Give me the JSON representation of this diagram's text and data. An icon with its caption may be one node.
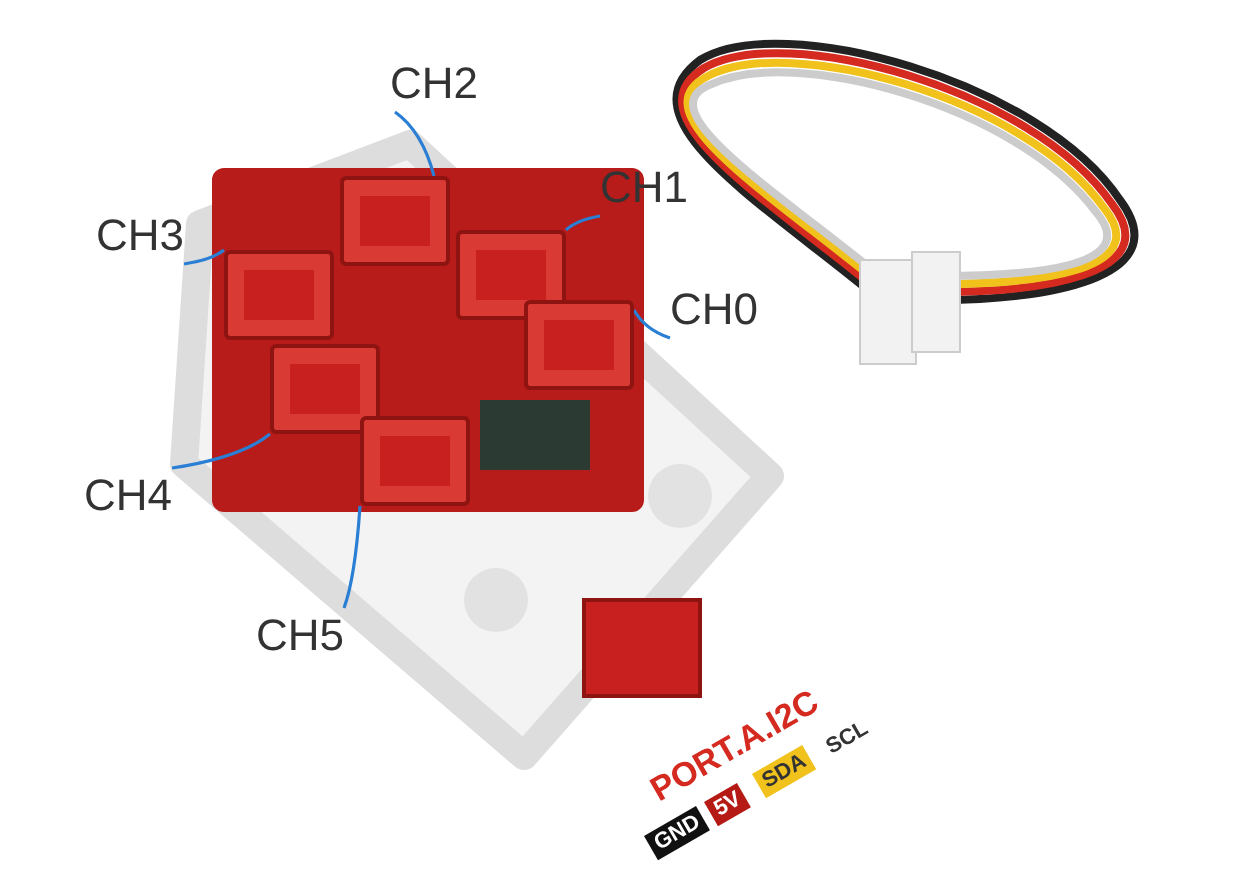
{
  "diagram": {
    "nodes": [
      {
        "text": [
          "CH2"
        ]
      },
      {
        "text": [
          "CH3"
        ]
      },
      {
        "text": [
          "CH1"
        ]
      },
      {
        "text": [
          "CH0"
        ]
      },
      {
        "text": [
          "CH4"
        ]
      },
      {
        "text": [
          "CH5"
        ]
      },
      {
        "text": [],
        "shape": "box"
      },
      {
        "text": [],
        "shape": "box"
      },
      {
        "text": [],
        "shape": "box"
      },
      {
        "text": [],
        "shape": "box"
      },
      {
        "text": [],
        "shape": "box"
      },
      {
        "text": [],
        "shape": "box"
      }
    ],
    "edges": [
      {
        "from": 0,
        "to": 8,
        "arrow": "none"
      },
      {
        "from": 1,
        "to": 6,
        "arrow": "none"
      },
      {
        "from": 2,
        "to": 10,
        "arrow": "none"
      },
      {
        "from": 3,
        "to": 11,
        "arrow": "none"
      },
      {
        "from": 4,
        "to": 7,
        "arrow": "none"
      },
      {
        "from": 5,
        "to": 9,
        "arrow": "none"
      }
    ],
    "labels": [
      "PORT.A.I2C",
      "GND",
      "5V",
      "SDA",
      "SCL"
    ]
  }
}
